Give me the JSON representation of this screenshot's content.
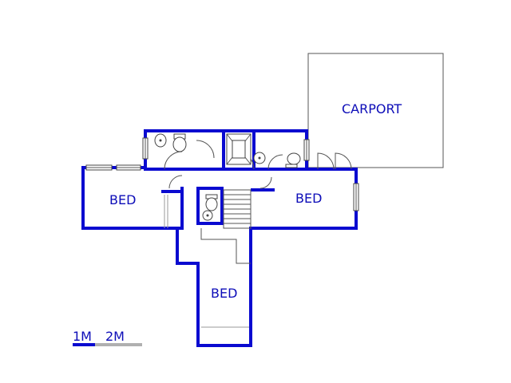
{
  "rooms": {
    "carport": "CARPORT",
    "bed_left": "BED",
    "bed_right": "BED",
    "bed_bottom": "BED"
  },
  "scale": {
    "label_1": "1M",
    "label_2": "2M"
  },
  "colors": {
    "wall": "#0a0ad0",
    "label": "#0d0db8",
    "line": "#555555"
  }
}
